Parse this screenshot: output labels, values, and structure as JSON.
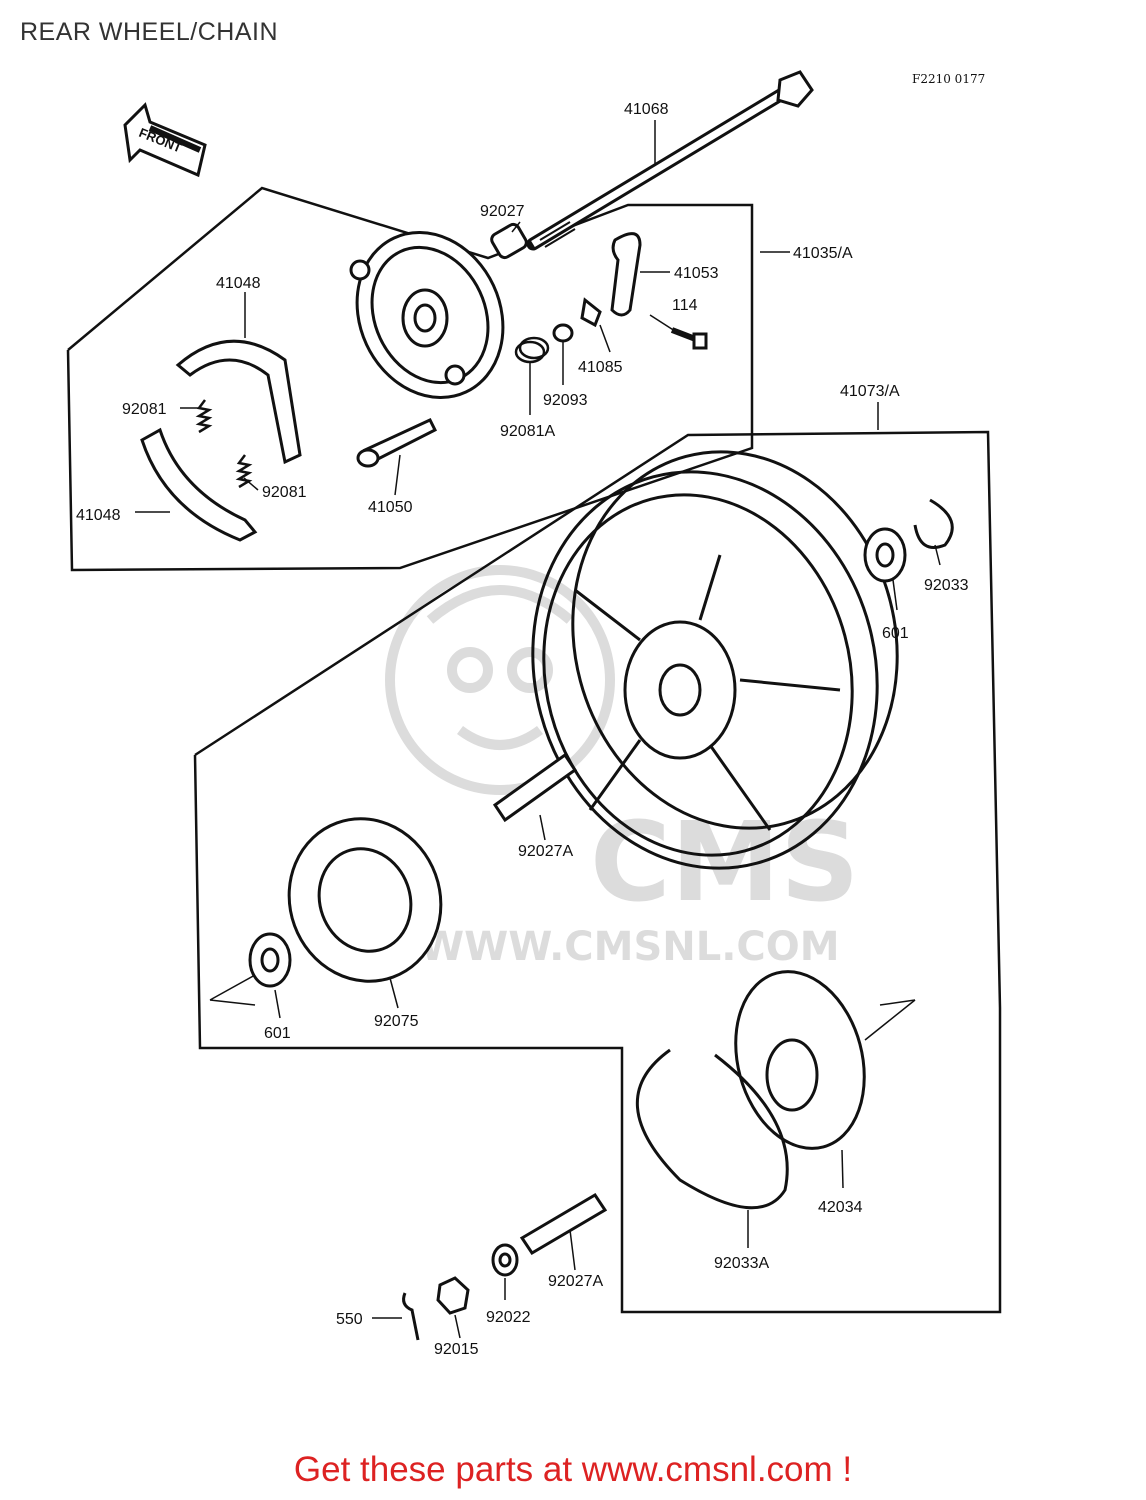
{
  "page": {
    "title": "REAR WHEEL/CHAIN",
    "figure_code": "F2210 0177",
    "front_arrow": "FRONT",
    "watermark_url": "WWW.CMSNL.COM",
    "watermark_logo": "CMS",
    "footer": "Get these parts at www.cmsnl.com !",
    "colors": {
      "footer": "#dd2222",
      "watermark": "#d8d8d8",
      "ink": "#111111"
    }
  },
  "parts": [
    {
      "id": "41068",
      "label": "41068"
    },
    {
      "id": "92027",
      "label": "92027"
    },
    {
      "id": "41035",
      "label": "41035/A"
    },
    {
      "id": "41053",
      "label": "41053"
    },
    {
      "id": "114",
      "label": "114"
    },
    {
      "id": "41085",
      "label": "41085"
    },
    {
      "id": "92093",
      "label": "92093"
    },
    {
      "id": "92081A",
      "label": "92081A"
    },
    {
      "id": "41048a",
      "label": "41048"
    },
    {
      "id": "92081a",
      "label": "92081"
    },
    {
      "id": "92081b",
      "label": "92081"
    },
    {
      "id": "41048b",
      "label": "41048"
    },
    {
      "id": "41050",
      "label": "41050"
    },
    {
      "id": "41073",
      "label": "41073/A"
    },
    {
      "id": "601a",
      "label": "601"
    },
    {
      "id": "92033",
      "label": "92033"
    },
    {
      "id": "92027Aa",
      "label": "92027A"
    },
    {
      "id": "601b",
      "label": "601"
    },
    {
      "id": "92075",
      "label": "92075"
    },
    {
      "id": "42034",
      "label": "42034"
    },
    {
      "id": "92033A",
      "label": "92033A"
    },
    {
      "id": "92027Ab",
      "label": "92027A"
    },
    {
      "id": "92022",
      "label": "92022"
    },
    {
      "id": "550",
      "label": "550"
    },
    {
      "id": "92015",
      "label": "92015"
    }
  ]
}
